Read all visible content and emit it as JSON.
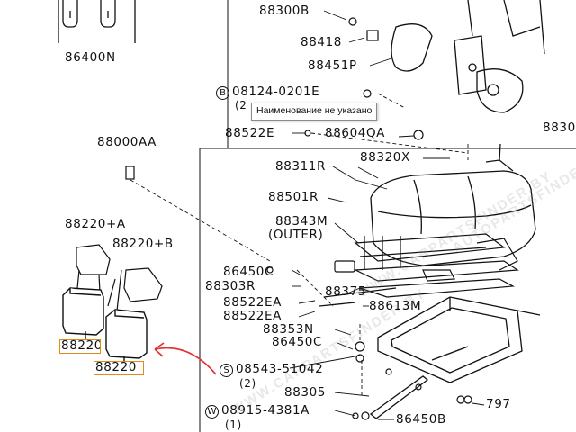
{
  "tooltip": {
    "text": "Наименование не указано"
  },
  "labels": {
    "p88300B": "88300B",
    "p88418": "88418",
    "p88451P": "88451P",
    "p08124": "08124-0201E",
    "p08124_qty": "(2",
    "p88522E": "88522E",
    "p88604QA": "88604QA",
    "p8830": "8830",
    "p86400N": "86400N",
    "p88000AA": "88000AA",
    "p88311R": "88311R",
    "p88320X": "88320X",
    "p88501R": "88501R",
    "p88343M": "88343M",
    "p88343M_sub": "(OUTER)",
    "p88220A": "88220+A",
    "p88220B": "88220+B",
    "p86450C_a": "86450C",
    "p88303R": "88303R",
    "p88375": "88375",
    "p88522EA_a": "88522EA",
    "p88613M": "88613M",
    "p88522EA_b": "88522EA",
    "p88353N": "88353N",
    "p86450C_b": "86450C",
    "p08543": "08543-51042",
    "p08543_qty": "(2)",
    "p88305": "88305",
    "p797": "797",
    "p08915": "08915-4381A",
    "p08915_qty": "(1)",
    "p86450B": "86450B",
    "circle_B": "B",
    "circle_S": "S",
    "circle_W": "W"
  },
  "highlighted": {
    "p8822_left": "88220",
    "p8822_right": "88220"
  },
  "watermarks": [
    "WWW.CARPARTSFINDER.BY",
    "WWW.CARPARTSFINDER.BY",
    "AUTOPARTSFINDER.BY"
  ],
  "colors": {
    "highlight_box": "#e08a1a",
    "arrow": "#e03030",
    "line": "#111111"
  }
}
